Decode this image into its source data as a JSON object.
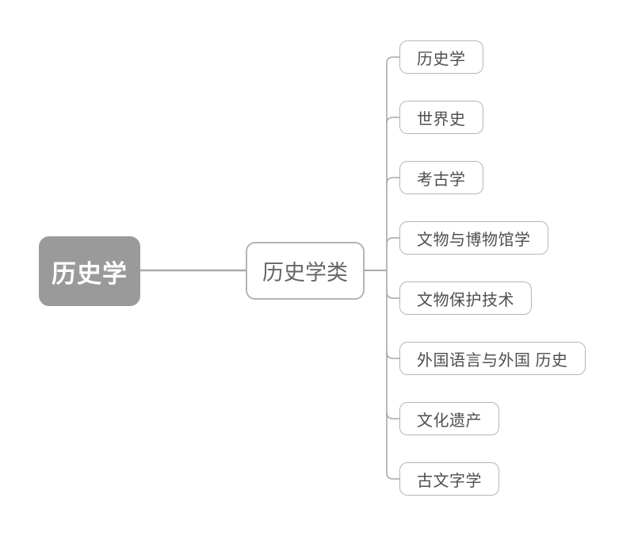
{
  "diagram": {
    "type": "mindmap",
    "root": {
      "label": "历史学"
    },
    "group": {
      "label": "历史学类"
    },
    "children": [
      {
        "label": "历史学"
      },
      {
        "label": "世界史"
      },
      {
        "label": "考古学"
      },
      {
        "label": "文物与博物馆学"
      },
      {
        "label": "文物保护技术"
      },
      {
        "label": "外国语言与外国 历史"
      },
      {
        "label": "文化遗产"
      },
      {
        "label": "古文字学"
      }
    ],
    "colors": {
      "background": "#ffffff",
      "root_fill": "#9a9a9a",
      "root_text": "#ffffff",
      "node_fill": "#ffffff",
      "node_border": "#b6b6b6",
      "node_text": "#4f4f4f",
      "connector": "#a9a9a9"
    }
  }
}
